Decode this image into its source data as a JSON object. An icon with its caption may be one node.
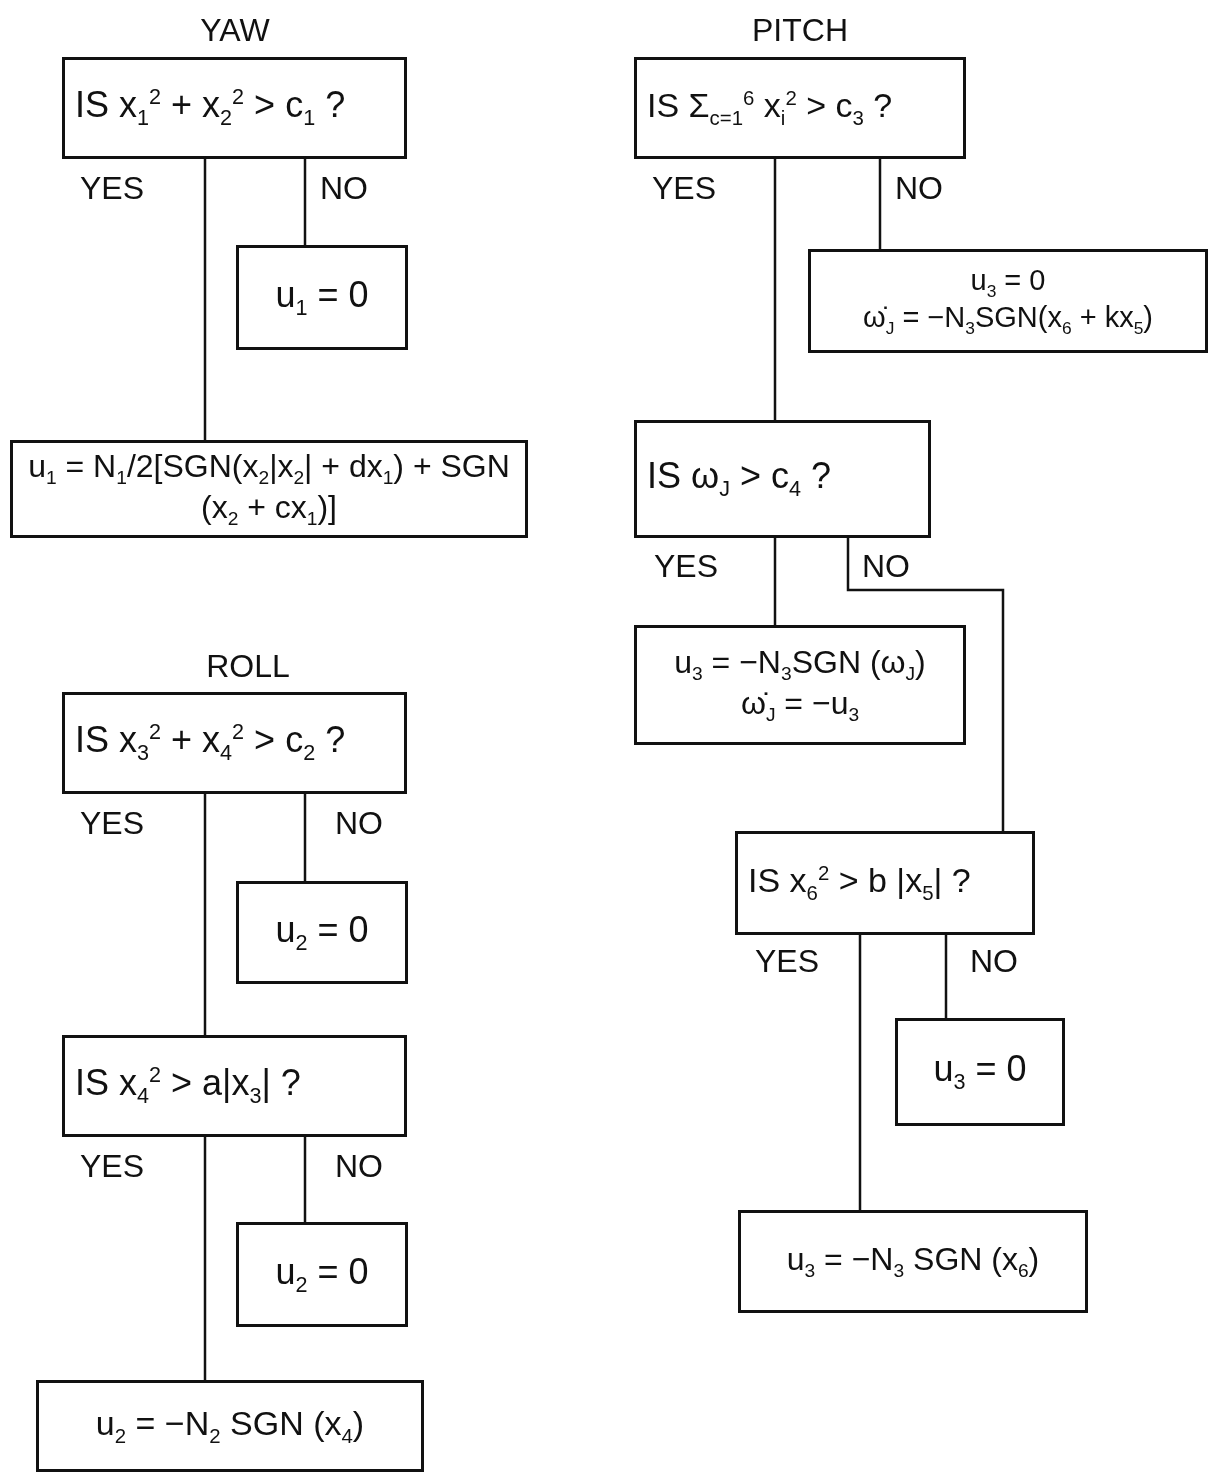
{
  "diagram": {
    "nodes": [
      {
        "text": [
          "IS x$_{1}$$^{2}$ + x$_{2}$$^{2}$ > c$_{1}$ ?"
        ]
      },
      {
        "text": [
          "u$_{1}$ = 0"
        ]
      },
      {
        "text": [
          "u$_{1}$ = N$_{1}$/2[SGN(x$_{2}$|x$_{2}$| + dx$_{1}$) + SGN (x$_{2}$ + cx$_{1}$)]"
        ]
      },
      {
        "text": [
          "IS x$_{3}$$^{2}$ + x$_{4}$$^{2}$ > c$_{2}$ ?"
        ]
      },
      {
        "text": [
          "u$_{2}$ = 0"
        ]
      },
      {
        "text": [
          "IS x$_{4}$$^{2}$ > a|x$_{3}$| ?"
        ]
      },
      {
        "text": [
          "u$_{2}$ = 0"
        ]
      },
      {
        "text": [
          "u$_{2}$ = −N$_{2}$ SGN (x$_{4}$)"
        ]
      },
      {
        "text": [
          "IS Σ$_{c=1}$$^{6}$ x$_{i}$$^{2}$ > c$_{3}$ ?"
        ]
      },
      {
        "text": [
          "u$_{3}$ = 0",
          "ω̇$_{J}$ = −N$_{3}$SGN(x$_{6}$ + kx$_{5}$)"
        ]
      },
      {
        "text": [
          "IS ω$_{J}$ > c$_{4}$ ?"
        ]
      },
      {
        "text": [
          "u$_{3}$ = −N$_{3}$SGN (ω$_{J}$)",
          "ω̇$_{J}$ = −u$_{3}$"
        ]
      },
      {
        "text": [
          "IS x$_{6}$$^{2}$ > b |x$_{5}$| ?"
        ]
      },
      {
        "text": [
          "u$_{3}$ = 0"
        ]
      },
      {
        "text": [
          "u$_{3}$ = −N$_{3}$ SGN (x$_{6}$)"
        ]
      }
    ],
    "edges": [
      {
        "from": 0,
        "to": 2,
        "arrow": "none",
        "label": "YES"
      },
      {
        "from": 0,
        "to": 1,
        "arrow": "none",
        "label": "NO"
      },
      {
        "from": 3,
        "to": 5,
        "arrow": "none",
        "label": "YES"
      },
      {
        "from": 3,
        "to": 4,
        "arrow": "none",
        "label": "NO"
      },
      {
        "from": 5,
        "to": 7,
        "arrow": "none",
        "label": "YES"
      },
      {
        "from": 5,
        "to": 6,
        "arrow": "none",
        "label": "NO"
      },
      {
        "from": 8,
        "to": 10,
        "arrow": "none",
        "label": "YES"
      },
      {
        "from": 8,
        "to": 9,
        "arrow": "none",
        "label": "NO"
      },
      {
        "from": 10,
        "to": 11,
        "arrow": "none",
        "label": "YES"
      },
      {
        "from": 10,
        "to": 12,
        "arrow": "none",
        "label": "NO"
      },
      {
        "from": 12,
        "to": 14,
        "arrow": "none",
        "label": "YES"
      },
      {
        "from": 12,
        "to": 13,
        "arrow": "none",
        "label": "NO"
      }
    ],
    "labels": [
      "YAW",
      "PITCH",
      "ROLL"
    ]
  }
}
